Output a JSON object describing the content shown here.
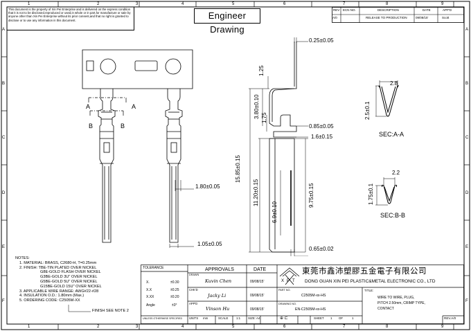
{
  "grid": {
    "cols": [
      "1",
      "2",
      "3",
      "4",
      "5",
      "6",
      "7",
      "8",
      "9"
    ],
    "rows": [
      "A",
      "B",
      "C",
      "D",
      "E",
      "F"
    ]
  },
  "disclaimer": "This document is the property of Xin Pei Enterprise and is delivered on the express condition that it is not to be disclosed,reproduced or used,in whole or in part,for manufacture or sale by anyone other than Xin Pei Enterprise without its prior consent,and that no right is granted to disclose or to use any information in this document.",
  "title_banner": "Engineer Drawing",
  "revision": {
    "headers": [
      "REV",
      "ECN NO.",
      "DESCRIPTION",
      "DATE",
      "APP'D"
    ],
    "row": [
      "A/0",
      "",
      "RELEASE TO PRODUCTION",
      "09/08/15'",
      "Scott"
    ]
  },
  "dimensions": {
    "d_025": "0.25±0.05",
    "d_125": "1.25",
    "d_380": "3.80±0.10",
    "d_175": "1.75",
    "d_085": "0.85±0.05",
    "d_16": "1.6±0.15",
    "d_1585": "15.85±0.15",
    "d_1120": "11.20±0.15",
    "d_975": "9.75±0.15",
    "d_69": "6.9±0.10",
    "d_180": "1.80±0.05",
    "d_105": "1.05±0.05",
    "d_065": "0.65±0.02",
    "secA_w": "2.8",
    "secA_h": "2.5±0.1",
    "secB_w": "2.2",
    "secB_h": "1.75±0.1"
  },
  "labels": {
    "A": "A",
    "B": "B",
    "sec_a": "SEC:A-A",
    "sec_b": "SEC:B-B"
  },
  "notes": {
    "title": "NOTES:",
    "lines": [
      "1. MATERIAL: BRASS, C2680-H, T=0.25mm",
      "2. FINISH: TBE-TIN PLATED OVER NICKEL",
      "G8E-GOLD FLASH OVER NICKEL",
      "G3BE-GOLD 3U\" OVER NICKEL",
      "G5BE-GOLD 5U\" OVER NICKEL",
      "G15BE-GOLD 15U\" OVER NICKEL",
      "3. APPLICABLE WIRE RANGE: AWG#22-#28",
      "4. INSULATION O.D.: 1.80mm (Max.)",
      "5. ORDERING CODE: C2505M-XX"
    ],
    "finish_see": "FINISH SEE NOTE 2"
  },
  "tolerance": {
    "title": "TOLERANCE",
    "rows": [
      [
        "X.",
        "±0.30"
      ],
      [
        "X.X",
        "±0.25"
      ],
      [
        "X.XX",
        "±0.20"
      ],
      [
        "Angle",
        "±3°"
      ]
    ],
    "footer": "UNLESS OTHERWISE SPECIFIED"
  },
  "approvals": {
    "title": "APPROVALS",
    "date_title": "DATE",
    "rows": [
      {
        "role": "DRAWN",
        "name": "Kuvin Chen",
        "date": "09/08/15'"
      },
      {
        "role": "CHK'D",
        "name": "Jacky Li",
        "date": "09/08/15'"
      },
      {
        "role": "APP'D",
        "name": "Vinson Hu",
        "date": "09/08/15'"
      }
    ],
    "units_label": "UNITS",
    "units": "mm",
    "scale_label": "SCALE",
    "scale": "1:1",
    "size": "SIZE: A4"
  },
  "company": {
    "logo": "XPT",
    "name_cn": "東莞市鑫沛塑膠五金電子有限公司",
    "name_en": "DONG GUAN XIN PEI PLASTIC&METAL ELECTRONIC CO., LTD"
  },
  "part": {
    "part_no_label": "PART NO.",
    "part_no": "C2505M-xx-HS",
    "drawing_no_label": "DRAWING NO.",
    "drawing_no": "EN-C2505M-xx-HS",
    "sheet": "SHEET",
    "sheet_no": "1",
    "of": "OF",
    "sheet_total": "1",
    "title_label": "TITLE:",
    "title_lines": [
      "WIRE TO WIRE, PLUG,",
      "PITCH 2.50mm, CRIMP TYPE,",
      "CONTACT"
    ],
    "rev": "REV.A/0"
  }
}
